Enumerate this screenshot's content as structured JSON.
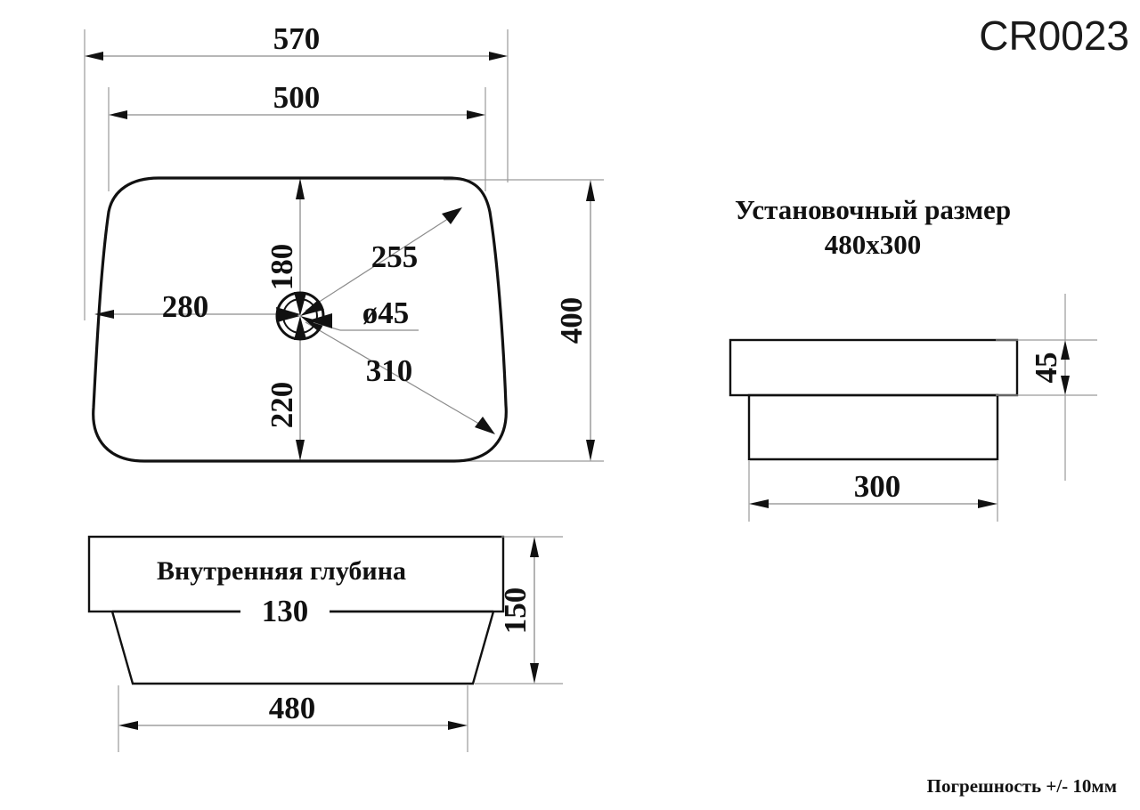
{
  "drawing": {
    "part_number": "CR0023",
    "tolerance_note": "Погрешность +/- 10мм",
    "install_note_line1": "Установочный размер",
    "install_note_line2": "480x300",
    "inner_depth_label": "Внутренняя глубина",
    "inner_depth_value": "130"
  },
  "top_view": {
    "name": "top-view",
    "dim_overall_width": "570",
    "dim_inner_width": "500",
    "dim_overall_depth": "400",
    "dim_drain_from_top": "180",
    "dim_drain_from_bottom": "220",
    "dim_drain_from_left": "280",
    "dim_drain_hole": "ø45",
    "dim_diag_upper_right": "255",
    "dim_diag_lower_right": "310"
  },
  "side_view": {
    "name": "side-view",
    "dim_rim_height": "45",
    "dim_base_width": "300"
  },
  "front_view": {
    "name": "front-view",
    "dim_total_height": "150",
    "dim_base_width": "480",
    "dim_inner_depth": "130"
  },
  "colors": {
    "outline": "#111111",
    "dimension": "#8c8c8c",
    "text": "#111111",
    "background": "#ffffff"
  }
}
